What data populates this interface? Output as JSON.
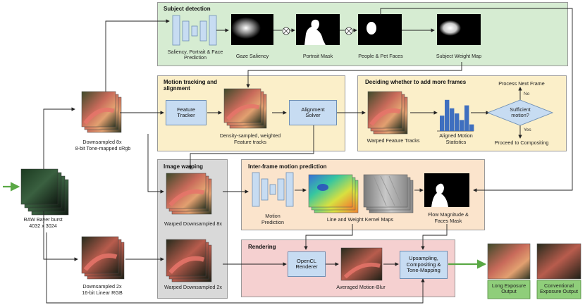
{
  "panels": {
    "subject": "Subject detection",
    "motion": "Motion tracking and alignment",
    "deciding": "Deciding whether to add more frames",
    "warping": "Image warping",
    "interframe": "Inter-frame motion prediction",
    "rendering": "Rendering"
  },
  "labels": {
    "saliency_net": "Saliency, Portrait & Face Prediction",
    "gaze": "Gaze Saliency",
    "portrait": "Portrait Mask",
    "faces": "People & Pet Faces",
    "weight_map": "Subject Weight Map",
    "ds8": "Downsampled 8x",
    "ds8_sub": "8-bit Tone-mapped sRgb",
    "density": "Density-sampled, weighted",
    "density_sub": "Feature tracks",
    "warped_tracks": "Warped Feature Tracks",
    "aligned_stats": "Aligned Motion",
    "aligned_stats_sub": "Statistics",
    "process_next": "Process Next Frame",
    "no": "No",
    "yes": "Yes",
    "proceed": "Proceed to Compositing",
    "raw": "RAW Bayer burst",
    "raw_sub": "4032 x 3024",
    "warped8": "Warped Downsampled 8x",
    "motion_pred": "Motion",
    "motion_pred_sub": "Prediction",
    "kernel_maps": "Line and Weight Kernel Maps",
    "flow_mag": "Flow Magnitude &",
    "flow_mag_sub": "Faces Mask",
    "ds2": "Downsampled 2x",
    "ds2_sub": "16-bit Linear RGB",
    "warped2": "Warped Downsampled 2x",
    "averaged": "Averaged Motion-Blur",
    "long_out": "Long Exposure Output",
    "conv_out": "Conventional Exposure Output"
  },
  "boxes": {
    "feature_tracker": "Feature Tracker",
    "alignment_solver": "Alignment Solver",
    "sufficient": "Sufficient motion?",
    "opencl": "OpenCL Renderer",
    "upsampling": "Upsampling, Compositing & Tone-Mapping"
  },
  "histogram_values": [
    0.42,
    0.85,
    0.62,
    0.48,
    0.3,
    0.7,
    0.18
  ],
  "colors": {
    "subject_bg": "#d6ecd2",
    "motion_bg": "#fbefc9",
    "warping_bg": "#d9d9d9",
    "interframe_bg": "#fbe4cc",
    "rendering_bg": "#f5d0d0",
    "box_bg": "#c7dcf2",
    "output_bg": "#8fce7a",
    "input_arrow": "#5aa845",
    "bar": "#3f6fbf"
  }
}
